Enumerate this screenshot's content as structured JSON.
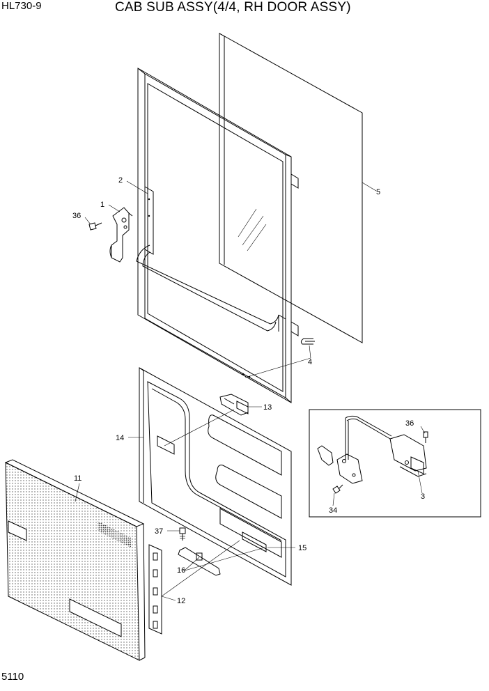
{
  "header": {
    "model": "HL730-9",
    "title": "CAB SUB ASSY(4/4, RH DOOR ASSY)"
  },
  "footer": {
    "page_number": "5110"
  },
  "callouts": {
    "c1": "1",
    "c2": "2",
    "c36a": "36",
    "c5": "5",
    "c4": "4",
    "c13": "13",
    "c14": "14",
    "c11": "11",
    "c37": "37",
    "c15": "15",
    "c16": "16",
    "c12": "12",
    "c36b": "36",
    "c3": "3",
    "c34": "34"
  }
}
